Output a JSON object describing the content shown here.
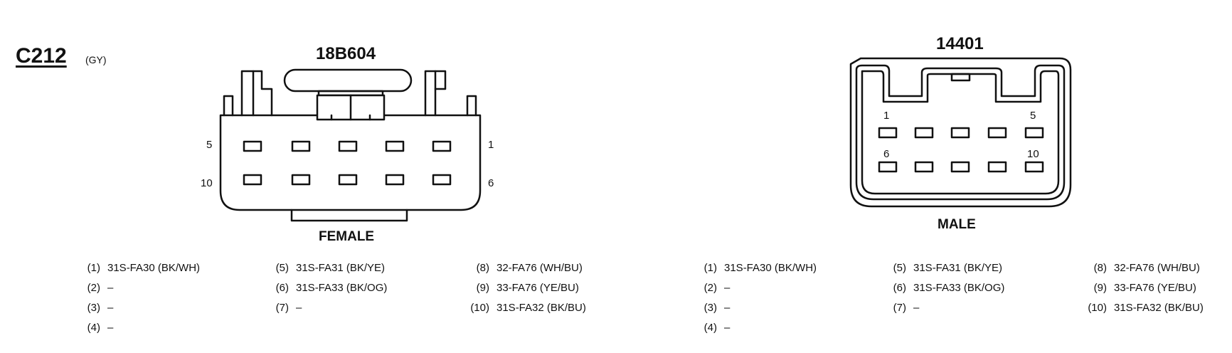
{
  "connector": {
    "id": "C212",
    "color_code": "(GY)"
  },
  "female": {
    "part_number": "18B604",
    "label": "FEMALE",
    "pin_labels": {
      "top_left": "5",
      "top_right": "1",
      "bottom_left": "10",
      "bottom_right": "6"
    }
  },
  "male": {
    "part_number": "14401",
    "label": "MALE",
    "pin_labels": {
      "top_left": "1",
      "top_right": "5",
      "bottom_left": "6",
      "bottom_right": "10"
    }
  },
  "pinouts": {
    "col1": [
      {
        "pin": "(1)",
        "circuit": "31S-FA30 (BK/WH)"
      },
      {
        "pin": "(2)",
        "circuit": "–"
      },
      {
        "pin": "(3)",
        "circuit": "–"
      },
      {
        "pin": "(4)",
        "circuit": "–"
      }
    ],
    "col2": [
      {
        "pin": "(5)",
        "circuit": "31S-FA31 (BK/YE)"
      },
      {
        "pin": "(6)",
        "circuit": "31S-FA33 (BK/OG)"
      },
      {
        "pin": "(7)",
        "circuit": "–"
      }
    ],
    "col3": [
      {
        "pin": "(8)",
        "circuit": "32-FA76 (WH/BU)"
      },
      {
        "pin": "(9)",
        "circuit": "33-FA76 (YE/BU)"
      },
      {
        "pin": "(10)",
        "circuit": "31S-FA32 (BK/BU)"
      }
    ]
  }
}
